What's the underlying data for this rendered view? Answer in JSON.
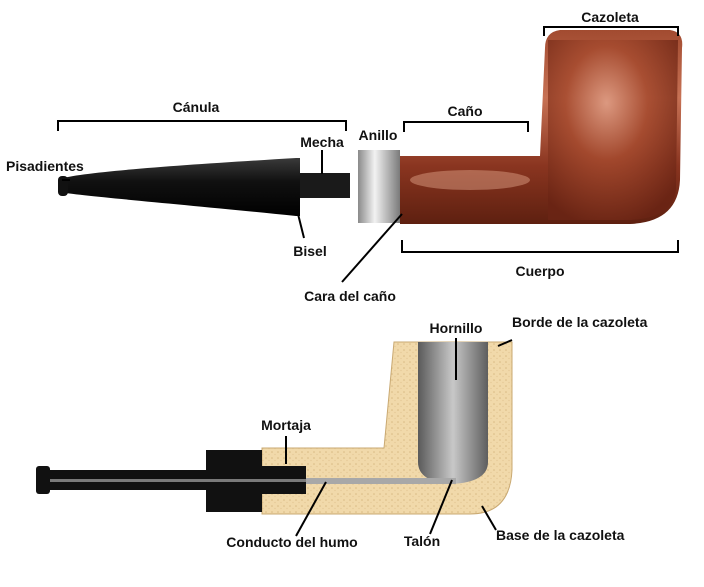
{
  "labels": {
    "canula": "Cánula",
    "cazoleta": "Cazoleta",
    "cano": "Caño",
    "anillo": "Anillo",
    "mecha": "Mecha",
    "pisadientes": "Pisadientes",
    "bisel": "Bisel",
    "cuerpo": "Cuerpo",
    "cara_del_cano": "Cara del caño",
    "hornillo": "Hornillo",
    "borde_de_la_cazoleta": "Borde de la cazoleta",
    "mortaja": "Mortaja",
    "conducto_del_humo": "Conducto del humo",
    "talon": "Talón",
    "base_de_la_cazoleta": "Base de la cazoleta"
  },
  "colors": {
    "wood": "#8e3a24",
    "wood_highlight": "#d8937a",
    "stem": "#111111",
    "ring": "#c8c8c8",
    "briar_section": "#f0d7a8",
    "chamber": "#8a8a8a",
    "smoke_duct": "#a8a8a8",
    "line": "#000000"
  }
}
